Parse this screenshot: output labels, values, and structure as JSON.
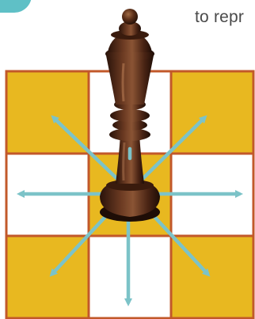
{
  "caption": {
    "text": "to repr"
  },
  "board": {
    "rows": 3,
    "cols": 3,
    "squares": [
      [
        "yellow",
        "white",
        "yellow"
      ],
      [
        "white",
        "yellow",
        "white"
      ],
      [
        "yellow",
        "white",
        "yellow"
      ]
    ],
    "colors": {
      "yellow": "#e8b820",
      "white": "#ffffff",
      "grid_line": "#c2582a",
      "arrow": "#7cc3c8",
      "corner_accent": "#5fc0c6"
    }
  },
  "piece": {
    "name": "queen",
    "color": "dark-wood",
    "square": "center"
  },
  "moves": {
    "directions": [
      "up",
      "down",
      "left",
      "right",
      "up-left",
      "up-right",
      "down-left",
      "down-right"
    ]
  }
}
